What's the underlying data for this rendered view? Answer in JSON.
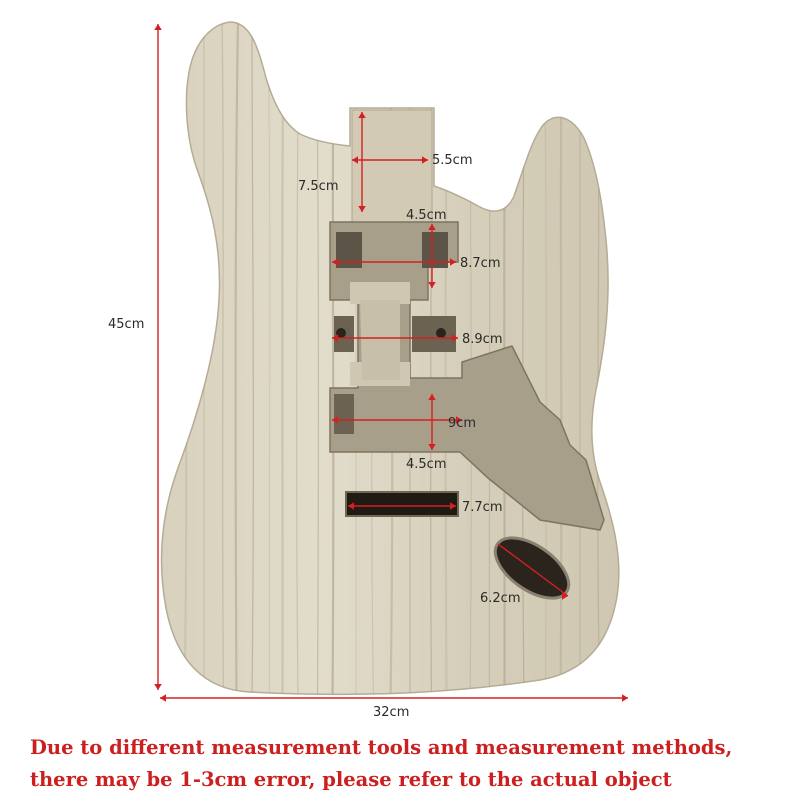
{
  "colors": {
    "dimension_line": "#d42020",
    "wood_light": "#ddd7c6",
    "wood_mid": "#c9c2ae",
    "wood_grain": "#a59b85",
    "cavity_shadow": "#8a8170",
    "caption": "#cc1f1f"
  },
  "measurements": {
    "height": "45cm",
    "width": "32cm",
    "neck_pocket_length": "7.5cm",
    "neck_pocket_width": "5.5cm",
    "neck_pickup_depth": "4.5cm",
    "neck_pickup_width": "8.7cm",
    "middle_pickup_width": "8.9cm",
    "bridge_pickup_width": "9cm",
    "bridge_pickup_depth": "4.5cm",
    "bridge_slot_width": "7.7cm",
    "jack_cavity": "6.2cm"
  },
  "caption": {
    "line1": "Due to different measurement tools and measurement methods,",
    "line2": "there may be 1-3cm error, please refer to the actual object"
  }
}
